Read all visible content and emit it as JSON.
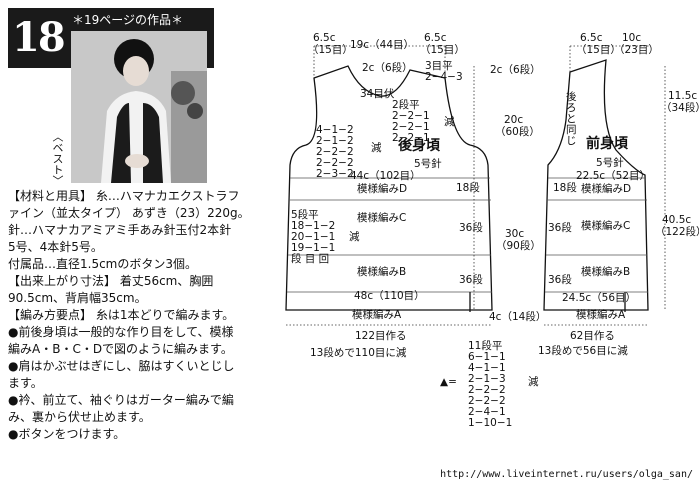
{
  "header": {
    "number": "18",
    "page_ref": "＊19ページの作品＊",
    "photo_caption": "〈ベスト〉"
  },
  "materials": [
    "【材料と用具】 糸…ハマナカエクストラフ",
    "ァイン（並太タイプ） あずき（23）220g。",
    "針…ハマナカアミアミ手あみ針玉付2本針",
    "5号、4本針5号。",
    "付属品…直径1.5cmのボタン3個。",
    "【出来上がり寸法】 着丈56cm、胸囲",
    "90.5cm、背肩幅35cm。",
    "【編み方要点】 糸は1本どりで編みます。",
    "●前後身頃は一般的な作り目をして、模様",
    "編みA・B・C・Dで図のように編みます。",
    "●肩はかぶせはぎにし、脇はすくいとじし",
    "ます。",
    "●衿、前立て、袖ぐりはガーター編みで編",
    "み、裏から伏せ止めます。",
    "●ボタンをつけます。"
  ],
  "back": {
    "title": "後身頃",
    "needle": "5号針",
    "shoulder_l": "6.5c",
    "shoulder_l2": "（15目）",
    "neck": "19c（44目）",
    "shoulder_r": "6.5c",
    "shoulder_r2": "（15目）",
    "neck_depth": "2c（6段）",
    "neck_dec": "3目平",
    "neck_dec2": "2−4−3",
    "top_rows": "34目伏",
    "neck_list": [
      "2段平",
      "2−2−1",
      "2−2−1",
      "2−2−1"
    ],
    "dec_mark": "減",
    "arm_list": [
      "4−1−2",
      "2−1−2",
      "2−2−2",
      "2−2−2",
      "2−3−2"
    ],
    "arm_mark": "減",
    "h1": "2c（6段）",
    "h2": "20c",
    "h3": "（60段）",
    "w1": "44c（102目）",
    "rows18": "18段",
    "patD": "模様編みD",
    "patC": "模様編みC",
    "patB": "模様編みB",
    "patA": "模様編みA",
    "side_list": [
      "5段平",
      "18−1−2",
      "20−1−1",
      "19−1−1",
      "段 目 回"
    ],
    "side_mark": "減",
    "rows36a": "36段",
    "rows36b": "36段",
    "h4": "30c",
    "h5": "（90段）",
    "w2": "48c（110目）",
    "h6": "4c（14段）",
    "cast": "122目作る",
    "dec_note": "13段めで110目に減"
  },
  "front": {
    "title": "前身頃",
    "needle": "5号針",
    "sh": "6.5c",
    "sh2": "（15目）",
    "nk": "10c",
    "nk2": "（23目）",
    "same_back": "後ろと同じ",
    "h1": "11.5c",
    "h2": "（34段）",
    "w1": "22.5c（52目）",
    "rows18": "18段",
    "rows36a": "36段",
    "rows36b": "36段",
    "h3": "40.5c",
    "h4": "（122段）",
    "patD": "模様編みD",
    "patC": "模様編みC",
    "patB": "模様編みB",
    "patA": "模様編みA",
    "w2": "24.5c（56目）",
    "cast": "62目作る",
    "dec_note": "13段めで56目に減"
  },
  "neck_table": {
    "list": [
      "11段平",
      "6−1−1",
      "4−1−1",
      "2−1−3",
      "2−2−2",
      "2−2−2",
      "2−4−1",
      "1−10−1"
    ],
    "mark": "▲=",
    "suffix": "減"
  },
  "url": "http://www.liveinternet.ru/users/olga_san/"
}
